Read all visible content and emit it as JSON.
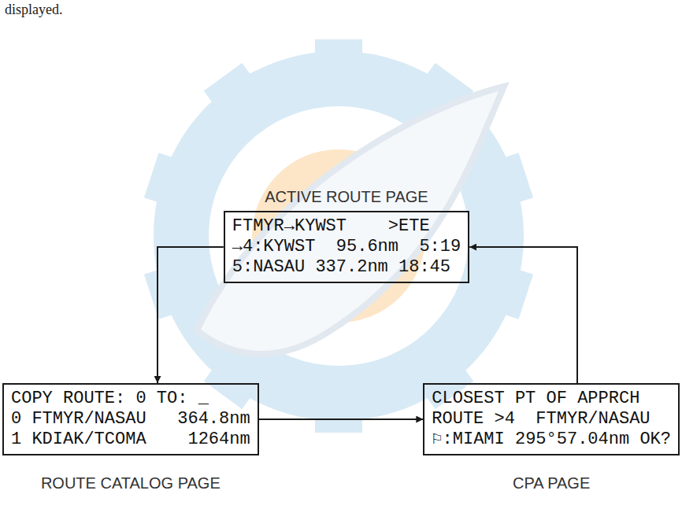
{
  "diagram": {
    "nodes": [
      {
        "text": [
          "ACTIVE ROUTE PAGE",
          "FTMYR→KYWST    >ETE",
          "→4:KYWST  95.6nm  5:19",
          "5:NASAU 337.2nm 18:45"
        ]
      },
      {
        "text": [
          "COPY ROUTE: 0 TO: _",
          "0 FTMYR/NASAU   364.8nm",
          "1 KDIAK/TCOMA    1264nm",
          "ROUTE CATALOG PAGE"
        ]
      },
      {
        "text": [
          "CLOSEST PT OF APPRCH",
          "ROUTE >4  FTMYR/NASAU",
          "⚐:MIAMI 295°57.04nm OK?",
          "CPA PAGE"
        ]
      }
    ],
    "edges": [
      {
        "from": 0,
        "to": 1,
        "arrow": "to"
      },
      {
        "from": 1,
        "to": 2,
        "arrow": "to"
      },
      {
        "from": 2,
        "to": 0,
        "arrow": "to"
      }
    ],
    "labels": [
      "displayed."
    ]
  }
}
